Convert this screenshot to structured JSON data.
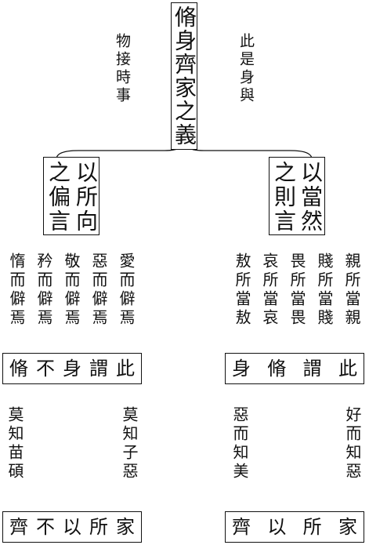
{
  "top": {
    "title": "脩身齊家之義",
    "note_left": "物接時事",
    "note_right": "此是身與"
  },
  "left_branch": {
    "box_col1": "以所向",
    "box_col2": "之偏言",
    "columns": [
      "愛而僻焉",
      "惡而僻焉",
      "敬而僻焉",
      "矜而僻焉",
      "惰而僻焉"
    ],
    "conclusion": [
      "脩",
      "不",
      "身",
      "謂",
      "此"
    ],
    "bottom_cols": [
      "莫知子惡",
      "莫知苗碩"
    ],
    "final": [
      "齊",
      "不",
      "以",
      "所",
      "家"
    ]
  },
  "right_branch": {
    "box_col1": "以當然",
    "box_col2": "之則言",
    "columns": [
      "親所當親",
      "賤所當賤",
      "畏所當畏",
      "哀所當哀",
      "敖所當敖"
    ],
    "conclusion": [
      "身",
      "脩",
      "謂",
      "此"
    ],
    "bottom_cols": [
      "好而知惡",
      "惡而知美"
    ],
    "final": [
      "齊",
      "以",
      "所",
      "家"
    ]
  }
}
